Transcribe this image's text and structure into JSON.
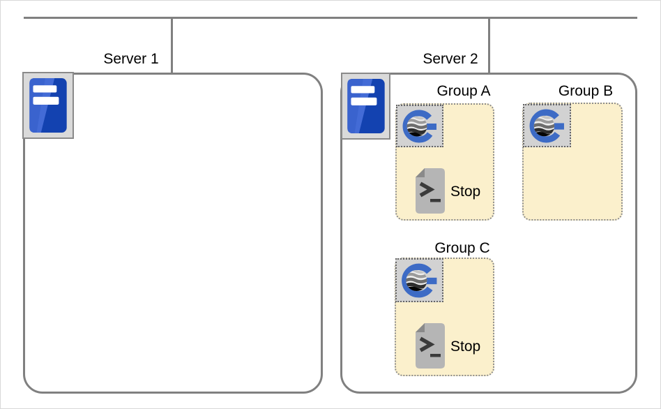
{
  "diagram": {
    "servers": [
      {
        "label": "Server 1"
      },
      {
        "label": "Server 2"
      }
    ],
    "groups": [
      {
        "label": "Group A",
        "stop_label": "Stop"
      },
      {
        "label": "Group B"
      },
      {
        "label": "Group C",
        "stop_label": "Stop"
      }
    ],
    "icons": {
      "server": "server-icon",
      "app": "g-app-icon",
      "script": "terminal-script-icon"
    },
    "colors": {
      "connector_gray": "#808080",
      "server_box_border": "#808080",
      "group_fill": "#fbf0cc",
      "group_border": "#8c8c8c",
      "icon_tile_fill": "#d2d2d2",
      "server_tile_fill": "#dadada",
      "server_blue_dark": "#1342b0",
      "server_blue_light": "#3a63ce",
      "logo_blue": "#3d6bc5",
      "script_gray": "#b5b5b5",
      "script_fold_gray": "#8a8a8a",
      "glyph_dark": "#3a3a3a"
    }
  }
}
